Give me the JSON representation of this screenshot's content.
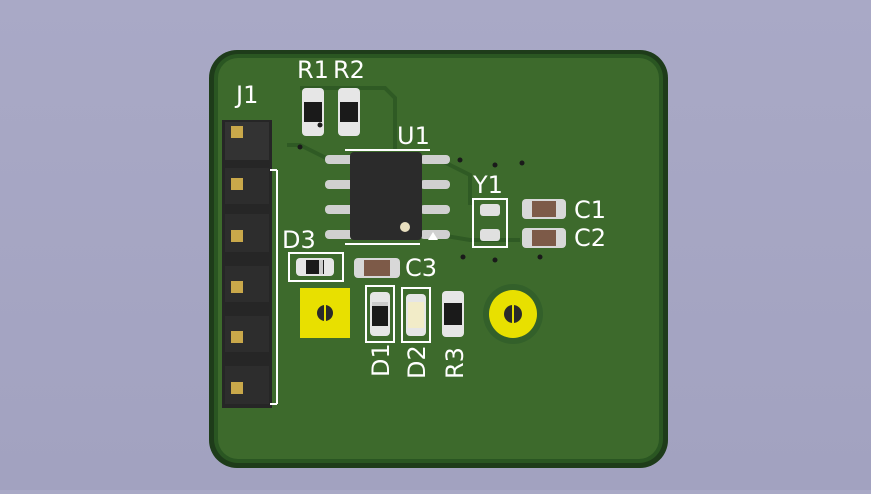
{
  "colors": {
    "background": "#a7a7c4",
    "board": "#1f4a1c",
    "copper_fill": "#3f6a2c",
    "silkscreen": "#ffffff",
    "pad_gold": "#c9a84a",
    "pad_tin": "#c8c8c8",
    "via_yellow": "#e8e000",
    "ic_body": "#2a2a2a"
  },
  "refs": {
    "j1": "J1",
    "r1": "R1",
    "r2": "R2",
    "u1": "U1",
    "y1": "Y1",
    "c1": "C1",
    "c2": "C2",
    "c3": "C3",
    "d1": "D1",
    "d2": "D2",
    "d3": "D3",
    "r3": "R3"
  }
}
